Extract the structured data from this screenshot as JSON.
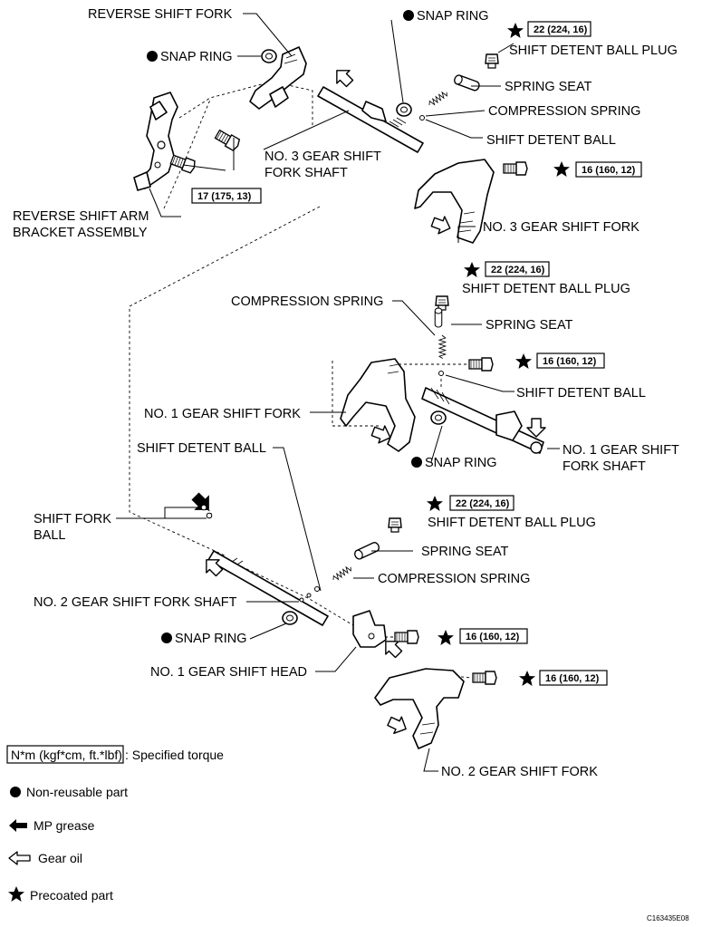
{
  "labels": {
    "reverse_shift_fork": "REVERSE SHIFT FORK",
    "snap_ring_top_left": "SNAP RING",
    "snap_ring_top": "SNAP RING",
    "plug_top": "SHIFT DETENT BALL PLUG",
    "spring_seat_top": "SPRING SEAT",
    "comp_spring_top": "COMPRESSION SPRING",
    "detent_ball_top": "SHIFT DETENT BALL",
    "shaft3_line1": "NO. 3 GEAR SHIFT",
    "shaft3_line2": "FORK SHAFT",
    "fork3": "NO. 3 GEAR SHIFT FORK",
    "bracket_line1": "REVERSE SHIFT ARM",
    "bracket_line2": "BRACKET ASSEMBLY",
    "comp_spring_mid": "COMPRESSION SPRING",
    "plug_mid": "SHIFT DETENT BALL PLUG",
    "spring_seat_mid": "SPRING SEAT",
    "fork1": "NO. 1 GEAR SHIFT FORK",
    "detent_ball_mid": "SHIFT DETENT BALL",
    "shaft1_line1": "NO. 1 GEAR SHIFT",
    "shaft1_line2": "FORK SHAFT",
    "snap_ring_mid": "SNAP RING",
    "detent_ball_left": "SHIFT DETENT BALL",
    "shift_fork_ball_line1": "SHIFT FORK",
    "shift_fork_ball_line2": "BALL",
    "plug_low": "SHIFT DETENT BALL PLUG",
    "spring_seat_low": "SPRING SEAT",
    "comp_spring_low": "COMPRESSION SPRING",
    "shaft2": "NO. 2 GEAR SHIFT FORK SHAFT",
    "snap_ring_low": "SNAP RING",
    "head1": "NO. 1 GEAR SHIFT HEAD",
    "fork2": "NO. 2 GEAR SHIFT FORK"
  },
  "torques": {
    "plug_top": "22 (224, 16)",
    "bolt_fork3": "16 (160, 12)",
    "bracket_bolts": "17 (175, 13)",
    "plug_mid": "22 (224, 16)",
    "bolt_fork1": "16 (160, 12)",
    "plug_low": "22 (224, 16)",
    "bolt_head1": "16 (160, 12)",
    "bolt_fork2": "16 (160, 12)"
  },
  "legend": {
    "torque_unit": "N*m (kgf*cm, ft.*lbf)",
    "torque_desc": ": Specified torque",
    "non_reusable": "Non-reusable part",
    "mp_grease": "MP grease",
    "gear_oil": "Gear oil",
    "precoated": "Precoated part"
  },
  "figure_code": "C163435E08"
}
